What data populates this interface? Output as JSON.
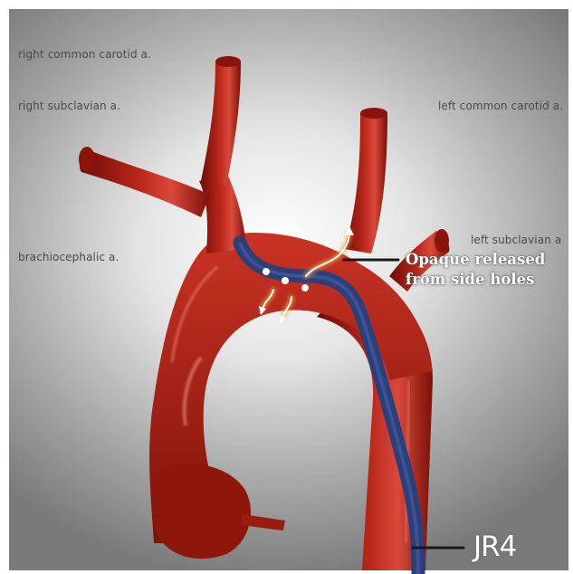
{
  "labels": {
    "right_common_carotid": "right common carotid a.",
    "right_subclavian": "right subclavian a.",
    "left_common_carotid": "left common carotid a.",
    "left_subclavian": "left subclavian a",
    "brachiocephalic": "brachiocephalic a."
  },
  "callout": {
    "line1": "Opaque released",
    "line2": "from side holes"
  },
  "catheter_label": "JR4",
  "colors": {
    "aorta": "#a01a10",
    "aorta_highlight": "#e0493a",
    "catheter": "#2b3f7a",
    "background": "#d9d9d9"
  }
}
